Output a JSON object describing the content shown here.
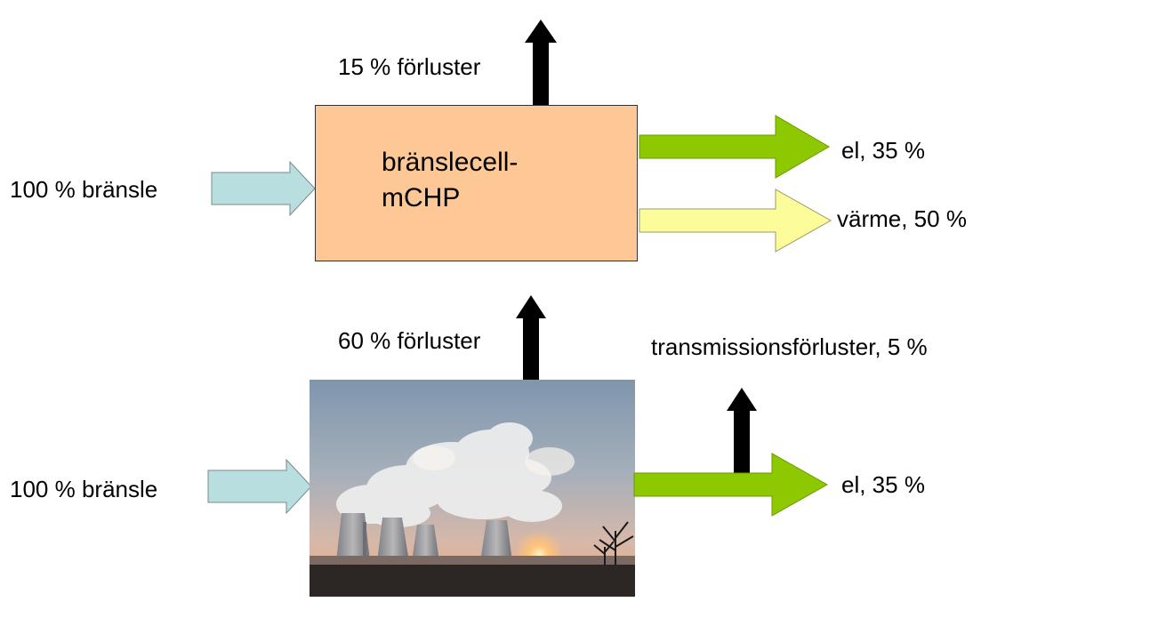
{
  "colors": {
    "fuel_arrow": "#b8dee0",
    "electricity_arrow": "#8ec800",
    "heat_arrow": "#fcfc9a",
    "loss_arrow": "#000000",
    "chp_box": "#fec896"
  },
  "top": {
    "fuel_label": "100 % bränsle",
    "loss_label": "15 % förluster",
    "box_title_line1": "bränslecell-",
    "box_title_line2": "mCHP",
    "el_label": "el, 35 %",
    "heat_label": "värme, 50 %"
  },
  "bottom": {
    "fuel_label": "100 % bränsle",
    "loss_label": "60 % förluster",
    "transmission_label": "transmissionsförluster, 5 %",
    "el_label": "el, 35 %",
    "plant_image": "power-plant-cooling-towers-photo"
  }
}
